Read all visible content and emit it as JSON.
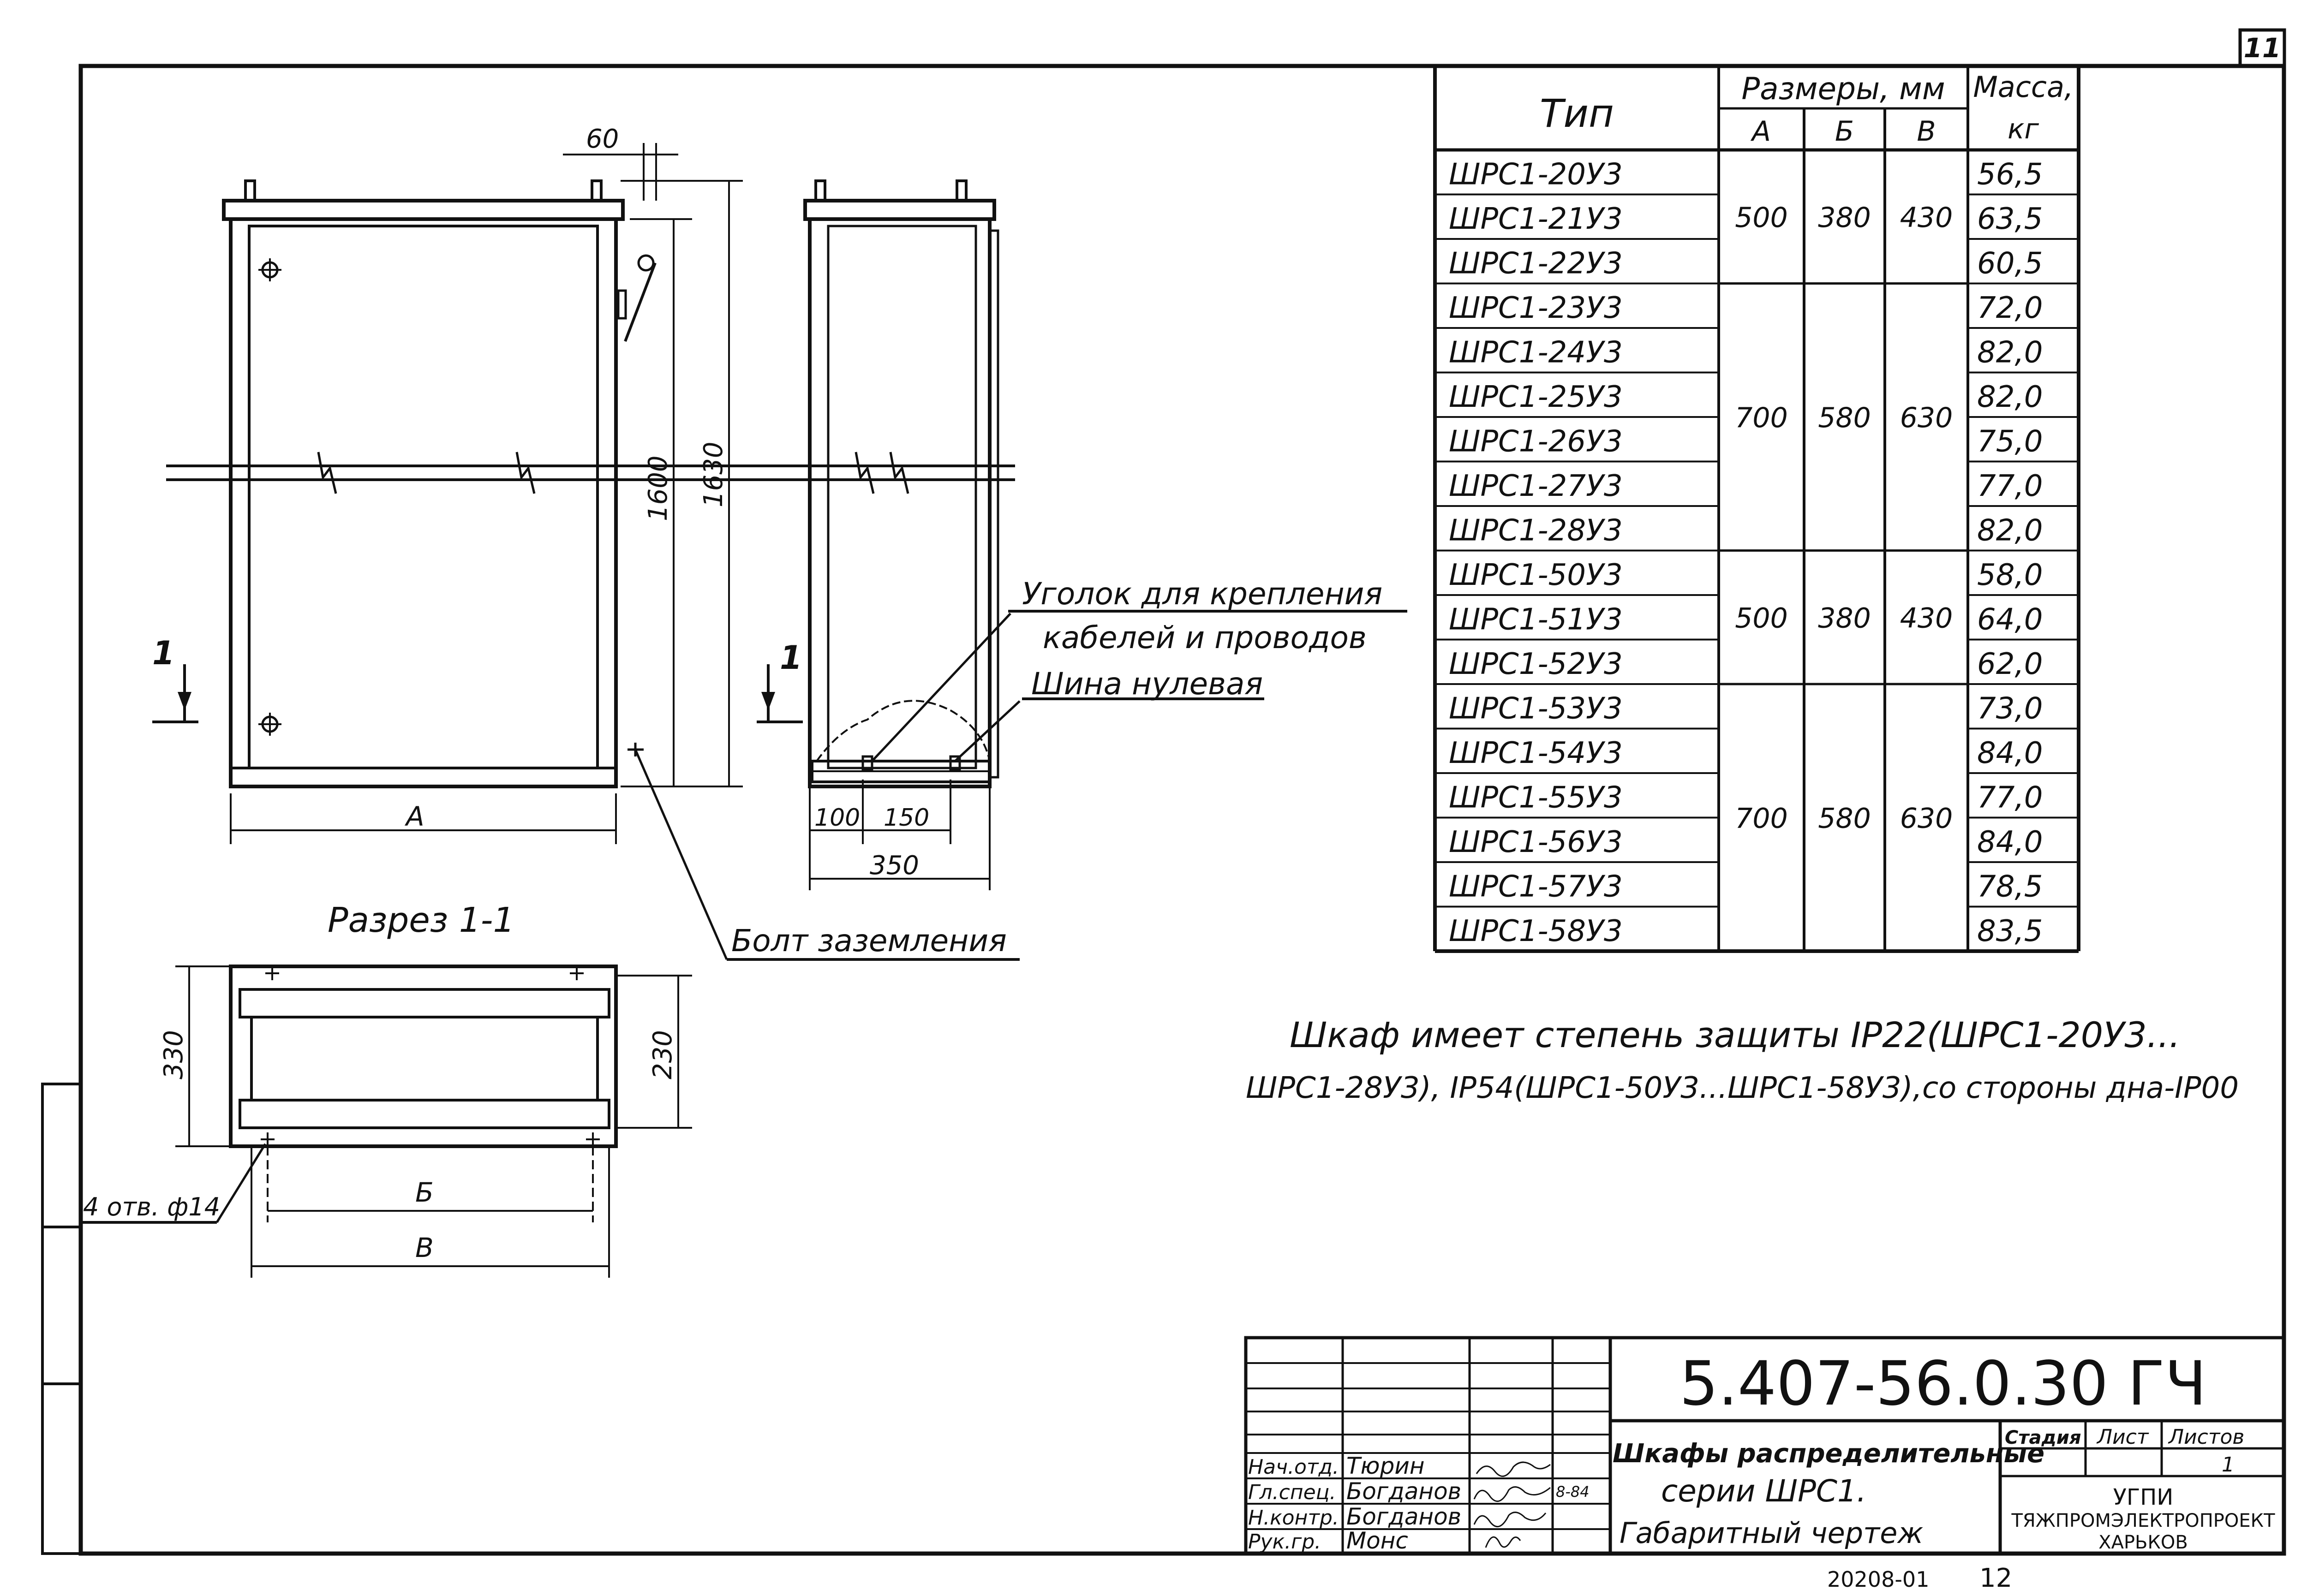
{
  "sheet": {
    "page_number": "11",
    "bottom_code": "20208-01",
    "bottom_number": "12"
  },
  "views": {
    "front": {
      "dim_60": "60",
      "dim_1600": "1600",
      "dim_1630": "1630",
      "dim_A": "А",
      "section_mark": "1",
      "bolt_label": "Болт заземления"
    },
    "side": {
      "section_mark": "1",
      "dim_100": "100",
      "dim_150": "150",
      "dim_350": "350",
      "corner_label_1": "Уголок для крепления",
      "corner_label_2": "кабелей и проводов",
      "zero_bus_label": "Шина нулевая"
    },
    "section": {
      "title": "Разрез 1-1",
      "dim_330": "330",
      "dim_230": "230",
      "dim_B": "Б",
      "dim_V": "В",
      "holes_label": "4 отв. ф14"
    }
  },
  "table": {
    "header_type": "Тип",
    "header_dims": "Размеры, мм",
    "header_mass_1": "Масса,",
    "header_mass_2": "кг",
    "col_a": "А",
    "col_b": "Б",
    "col_v": "В",
    "rows": [
      {
        "type": "ШРС1-20У3",
        "mass": "56,5"
      },
      {
        "type": "ШРС1-21У3",
        "mass": "63,5"
      },
      {
        "type": "ШРС1-22У3",
        "mass": "60,5"
      },
      {
        "type": "ШРС1-23У3",
        "mass": "72,0"
      },
      {
        "type": "ШРС1-24У3",
        "mass": "82,0"
      },
      {
        "type": "ШРС1-25У3",
        "mass": "82,0"
      },
      {
        "type": "ШРС1-26У3",
        "mass": "75,0"
      },
      {
        "type": "ШРС1-27У3",
        "mass": "77,0"
      },
      {
        "type": "ШРС1-28У3",
        "mass": "82,0"
      },
      {
        "type": "ШРС1-50У3",
        "mass": "58,0"
      },
      {
        "type": "ШРС1-51У3",
        "mass": "64,0"
      },
      {
        "type": "ШРС1-52У3",
        "mass": "62,0"
      },
      {
        "type": "ШРС1-53У3",
        "mass": "73,0"
      },
      {
        "type": "ШРС1-54У3",
        "mass": "84,0"
      },
      {
        "type": "ШРС1-55У3",
        "mass": "77,0"
      },
      {
        "type": "ШРС1-56У3",
        "mass": "84,0"
      },
      {
        "type": "ШРС1-57У3",
        "mass": "78,5"
      },
      {
        "type": "ШРС1-58У3",
        "mass": "83,5"
      }
    ],
    "groups": [
      {
        "a": "500",
        "b": "380",
        "v": "430"
      },
      {
        "a": "700",
        "b": "580",
        "v": "630"
      },
      {
        "a": "500",
        "b": "380",
        "v": "430"
      },
      {
        "a": "700",
        "b": "580",
        "v": "630"
      }
    ]
  },
  "note": {
    "line1": "Шкаф имеет степень защиты IP22(ШРС1-20У3...",
    "line2": "ШРС1-28У3), IP54(ШРС1-50У3...ШРС1-58У3),со стороны дна-IP00"
  },
  "title_block": {
    "doc_code": "5.407-56.0.30 ГЧ",
    "title_1": "Шкафы распределительные",
    "title_2": "серии ШРС1.",
    "title_3": "Габаритный чертеж",
    "stage_label": "Стадия",
    "sheet_label": "Лист",
    "sheets_label": "Листов",
    "sheets_value": "1",
    "org_1": "УГПИ",
    "org_2": "ТЯЖПРОМЭЛЕКТРОПРОЕКТ",
    "org_3": "ХАРЬКОВ",
    "date": "8-84",
    "roles": [
      {
        "role": "Нач.отд.",
        "name": "Тюрин"
      },
      {
        "role": "Гл.спец.",
        "name": "Богданов"
      },
      {
        "role": "Н.контр.",
        "name": "Богданов"
      },
      {
        "role": "Рук.гр.",
        "name": "Монс"
      }
    ]
  }
}
